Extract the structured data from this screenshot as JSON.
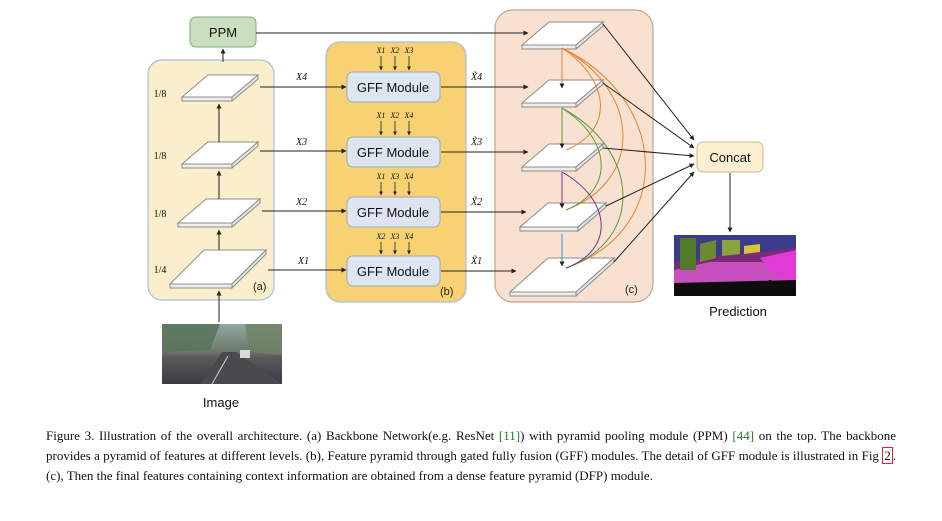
{
  "nodes": {
    "ppm": "PPM",
    "gff": [
      "GFF Module",
      "GFF Module",
      "GFF Module",
      "GFF Module"
    ],
    "concat": "Concat",
    "image_label": "Image",
    "prediction_label": "Prediction"
  },
  "panels": {
    "a": "(a)",
    "b": "(b)",
    "c": "(c)"
  },
  "scales": [
    "1/8",
    "1/8",
    "1/8",
    "1/4"
  ],
  "feature_labels": [
    "X4",
    "X3",
    "X2",
    "X1"
  ],
  "fused_labels": [
    "X̃4",
    "X̃3",
    "X̃2",
    "X̃1"
  ],
  "gate_inputs": [
    [
      "X1",
      "X2",
      "X3"
    ],
    [
      "X1",
      "X2",
      "X4"
    ],
    [
      "X1",
      "X3",
      "X4"
    ],
    [
      "X2",
      "X3",
      "X4"
    ]
  ],
  "caption": {
    "p1": "Figure 3. Illustration of the overall architecture. (a) Backbone Network(e.g. ResNet ",
    "ref1": "[11]",
    "p2": ") with pyramid pooling module (PPM) ",
    "ref2": "[44]",
    "p3": " on the top. The backbone provides a pyramid of features at different levels. (b), Feature pyramid through gated fully fusion (GFF) modules. The detail of GFF module is illustrated in Fig ",
    "ref3": "2",
    "p4": ". (c), Then the final features containing context information are obtained from a dense feature pyramid (DFP) module."
  },
  "colors": {
    "panel_a": "#fbefcb",
    "panel_b": "#f8d172",
    "panel_c": "#f9e1d2",
    "gff_box": "#dde6f0",
    "ppm_box": "#c9dfbf",
    "concat_box": "#fcf0d0",
    "dense_links": [
      "#e8832c",
      "#5a9b3e",
      "#7a2f8f",
      "#3d8fd0"
    ]
  }
}
